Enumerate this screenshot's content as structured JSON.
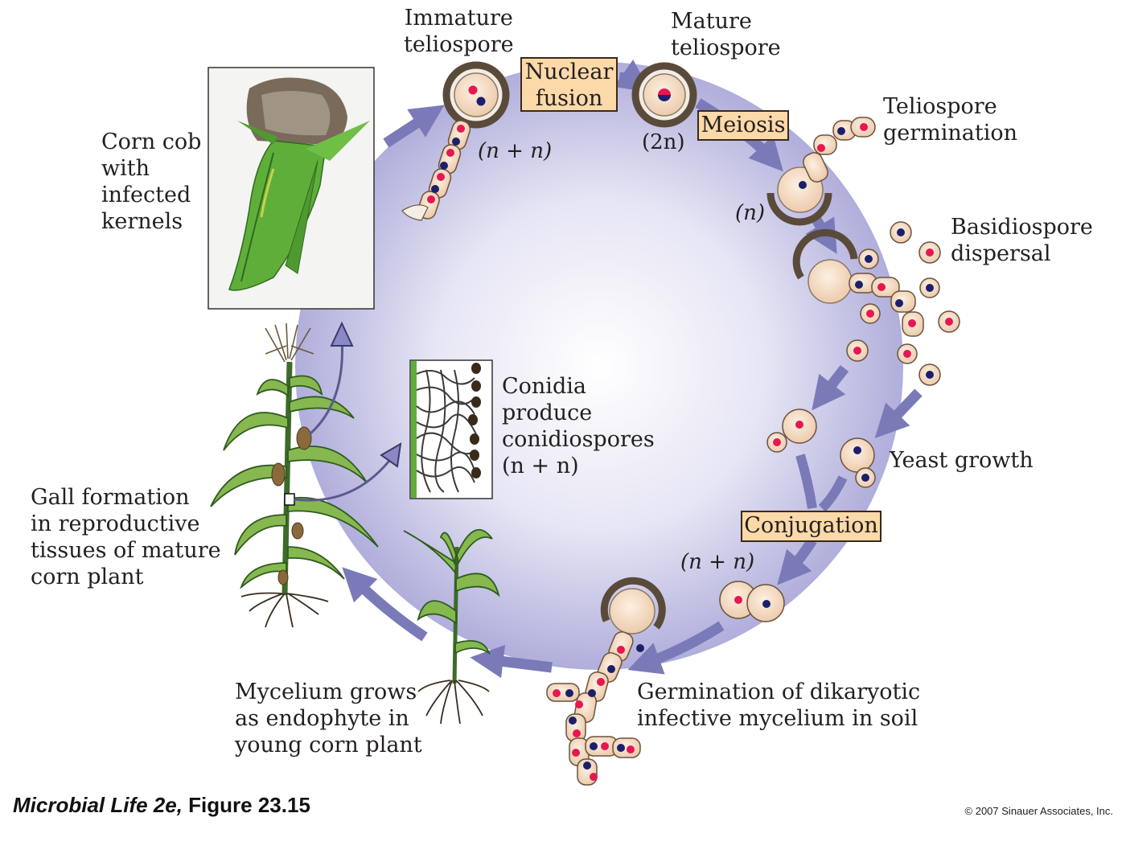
{
  "labels": {
    "immature_teliospore": "Immature\nteliospore",
    "mature_teliospore": "Mature\nteliospore",
    "teliospore_germination": "Teliospore\ngermination",
    "basidiospore_dispersal": "Basidiospore\ndispersal",
    "yeast_growth": "Yeast growth",
    "germination_mycelium": "Germination of dikaryotic\ninfective mycelium in soil",
    "mycelium_endophyte": "Mycelium grows\nas endophyte in\nyoung corn plant",
    "gall_formation": "Gall formation\nin reproductive\ntissues of mature\ncorn plant",
    "corn_cob": "Corn cob\nwith\ninfected\nkernels",
    "conidia": "Conidia\nproduce\nconidiospores\n(n + n)"
  },
  "boxes": {
    "nuclear_fusion": "Nuclear\nfusion",
    "meiosis": "Meiosis",
    "conjugation": "Conjugation"
  },
  "ploidy": {
    "top_left": "(n + n)",
    "mature": "(2n)",
    "haploid": "(n)",
    "conjugated": "(n + n)"
  },
  "footer": {
    "book": "Microbial Life 2e,",
    "figure": " Figure 23.15",
    "copyright": "© 2007 Sinauer Associates, Inc."
  },
  "colors": {
    "circle_center": "#ffffff",
    "circle_edge": "#a9a7d8",
    "arrow": "#7b7ab8",
    "box_fill": "#fcd9a8",
    "cell_fill": "#f5dcc2",
    "nucleus_red": "#e8174f",
    "nucleus_blue": "#1c1f6b",
    "leaf_green": "#7fb24a"
  }
}
